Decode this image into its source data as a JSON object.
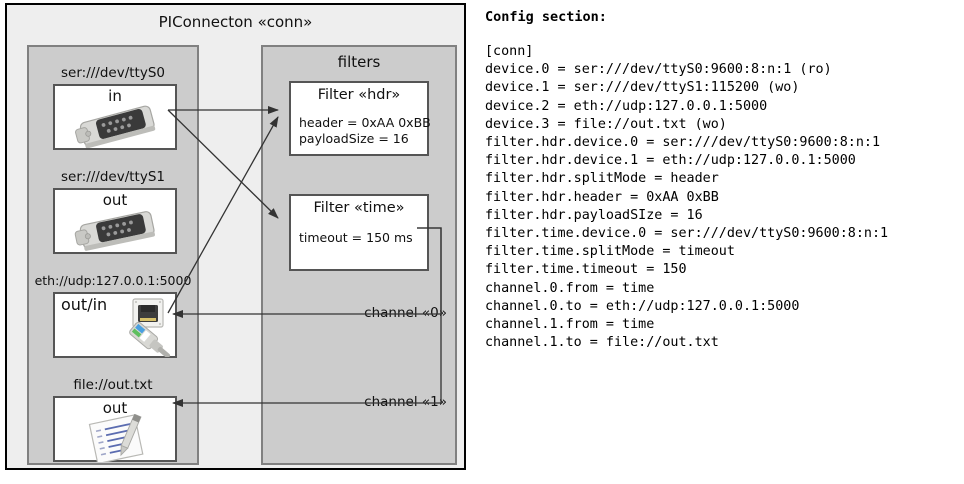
{
  "diagram": {
    "title": "PIConnecton «conn»",
    "devices_panel": {
      "title": "",
      "groups": [
        {
          "label": "ser:///dev/ttyS0",
          "io": "in",
          "icon": "serial-connector-icon"
        },
        {
          "label": "ser:///dev/ttyS1",
          "io": "out",
          "icon": "serial-connector-icon"
        },
        {
          "label": "eth://udp:127.0.0.1:5000",
          "io": "out/in",
          "icon": "ethernet-plug-icon"
        },
        {
          "label": "file://out.txt",
          "io": "out",
          "icon": "text-file-icon"
        }
      ]
    },
    "filters_panel": {
      "title": "filters",
      "filters": [
        {
          "title": "Filter «hdr»",
          "props": [
            "header = 0xAA 0xBB",
            "payloadSize = 16"
          ]
        },
        {
          "title": "Filter «time»",
          "props": [
            "timeout = 150 ms"
          ]
        }
      ],
      "channels": [
        {
          "label": "channel «0»"
        },
        {
          "label": "channel «1»"
        }
      ]
    }
  },
  "config": {
    "heading": "Config section:",
    "lines": [
      "[conn]",
      "device.0 = ser:///dev/ttyS0:9600:8:n:1 (ro)",
      "device.1 = ser:///dev/ttyS1:115200 (wo)",
      "device.2 = eth://udp:127.0.0.1:5000",
      "device.3 = file://out.txt (wo)",
      "filter.hdr.device.0 = ser:///dev/ttyS0:9600:8:n:1",
      "filter.hdr.device.1 = eth://udp:127.0.0.1:5000",
      "filter.hdr.splitMode = header",
      "filter.hdr.header = 0xAA 0xBB",
      "filter.hdr.payloadSIze = 16",
      "filter.time.device.0 = ser:///dev/ttyS0:9600:8:n:1",
      "filter.time.splitMode = timeout",
      "filter.time.timeout = 150",
      "channel.0.from = time",
      "channel.0.to = eth://udp:127.0.0.1:5000",
      "channel.1.from = time",
      "channel.1.to = file://out.txt"
    ]
  },
  "colors": {
    "frame_border": "#000000",
    "frame_fill": "#eeeeee",
    "panel_fill": "#cccccc",
    "panel_border": "#808080",
    "box_fill": "#ffffff",
    "box_border": "#555555",
    "arrow": "#333333"
  }
}
